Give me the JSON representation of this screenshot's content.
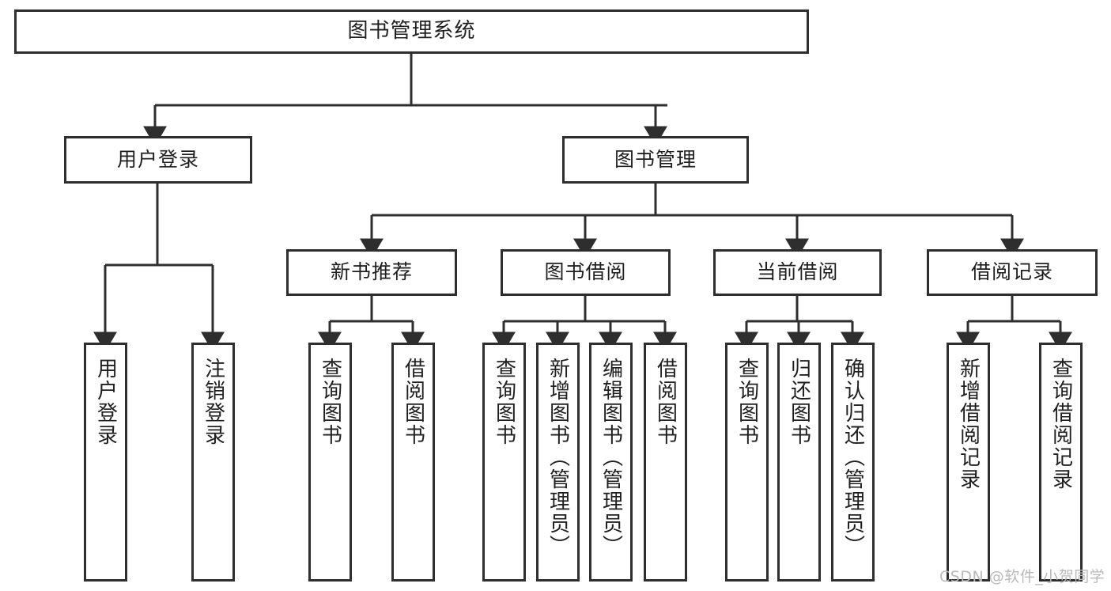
{
  "diagram": {
    "title": "图书管理系统",
    "watermark": "CSDN @软件_小贺同学",
    "nodes": {
      "root": {
        "label": "图书管理系统"
      },
      "user_login": {
        "label": "用户登录"
      },
      "book_manage": {
        "label": "图书管理"
      },
      "new_book_rec": {
        "label": "新书推荐"
      },
      "book_borrow": {
        "label": "图书借阅"
      },
      "current_borrow": {
        "label": "当前借阅"
      },
      "borrow_record": {
        "label": "借阅记录"
      },
      "leaf_user_login": {
        "label": "用户登录"
      },
      "leaf_logout": {
        "label": "注销登录"
      },
      "leaf_query_book_1": {
        "label": "查询图书"
      },
      "leaf_borrow_book_1": {
        "label": "借阅图书"
      },
      "leaf_query_book_2": {
        "label": "查询图书"
      },
      "leaf_add_book": {
        "label": "新增图书（管理员）"
      },
      "leaf_edit_book": {
        "label": "编辑图书（管理员）"
      },
      "leaf_borrow_book_2": {
        "label": "借阅图书"
      },
      "leaf_query_book_3": {
        "label": "查询图书"
      },
      "leaf_return_book": {
        "label": "归还图书"
      },
      "leaf_confirm_return": {
        "label": "确认归还（管理员）"
      },
      "leaf_add_record": {
        "label": "新增借阅记录"
      },
      "leaf_query_record": {
        "label": "查询借阅记录"
      }
    }
  },
  "colors": {
    "border": "#2e2e2e",
    "text": "#1f1f1f",
    "background": "#ffffff",
    "watermark": "#b9b9b9"
  }
}
